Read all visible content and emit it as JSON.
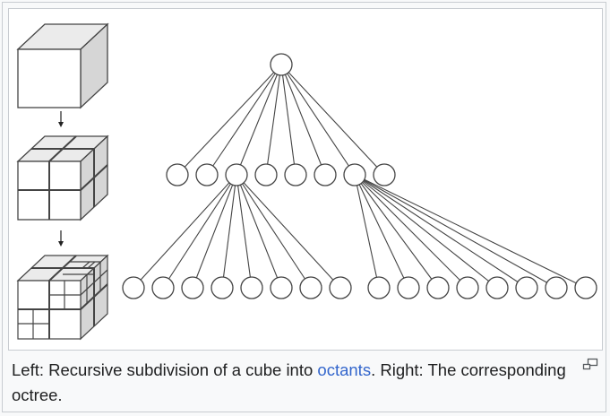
{
  "figure": {
    "image_alt": "Cube subdivided into octants and the corresponding octree",
    "octree_levels": 3
  },
  "caption": {
    "prefix": "Left: Recursive subdivision of a cube into ",
    "link_text": "octants",
    "suffix": ". Right: The corresponding octree."
  },
  "colors": {
    "link": "#3366cc",
    "text": "#202122",
    "line": "#555555",
    "cube_top": "#e8e8e8",
    "cube_side": "#d4d4d4"
  },
  "icons": {
    "enlarge": "magnify-clip-icon"
  }
}
